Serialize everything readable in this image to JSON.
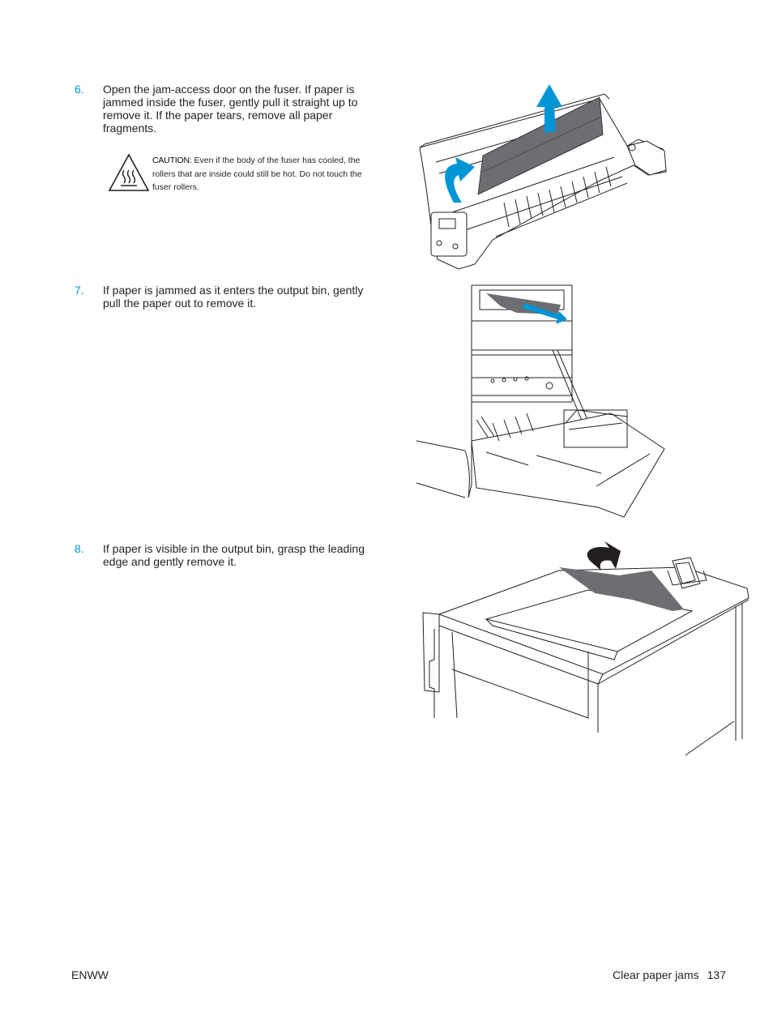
{
  "steps": [
    {
      "number": "6.",
      "text": "Open the jam-access door on the fuser. If paper is jammed inside the fuser, gently pull it straight up to remove it. If the paper tears, remove all paper fragments."
    },
    {
      "number": "7.",
      "text": "If paper is jammed as it enters the output bin, gently pull the paper out to remove it."
    },
    {
      "number": "8.",
      "text": "If paper is visible in the output bin, grasp the leading edge and gently remove it."
    }
  ],
  "caution": {
    "label": "CAUTION:",
    "text": "Even if the body of the fuser has cooled, the rollers that are inside could still be hot. Do not touch the fuser rollers.",
    "icon": "hot-surface-warning-icon"
  },
  "footer": {
    "left": "ENWW",
    "section": "Clear paper jams",
    "page": "137"
  },
  "colors": {
    "accent": "#0096d6",
    "paper": "#6d6e71",
    "line": "#231f20"
  }
}
